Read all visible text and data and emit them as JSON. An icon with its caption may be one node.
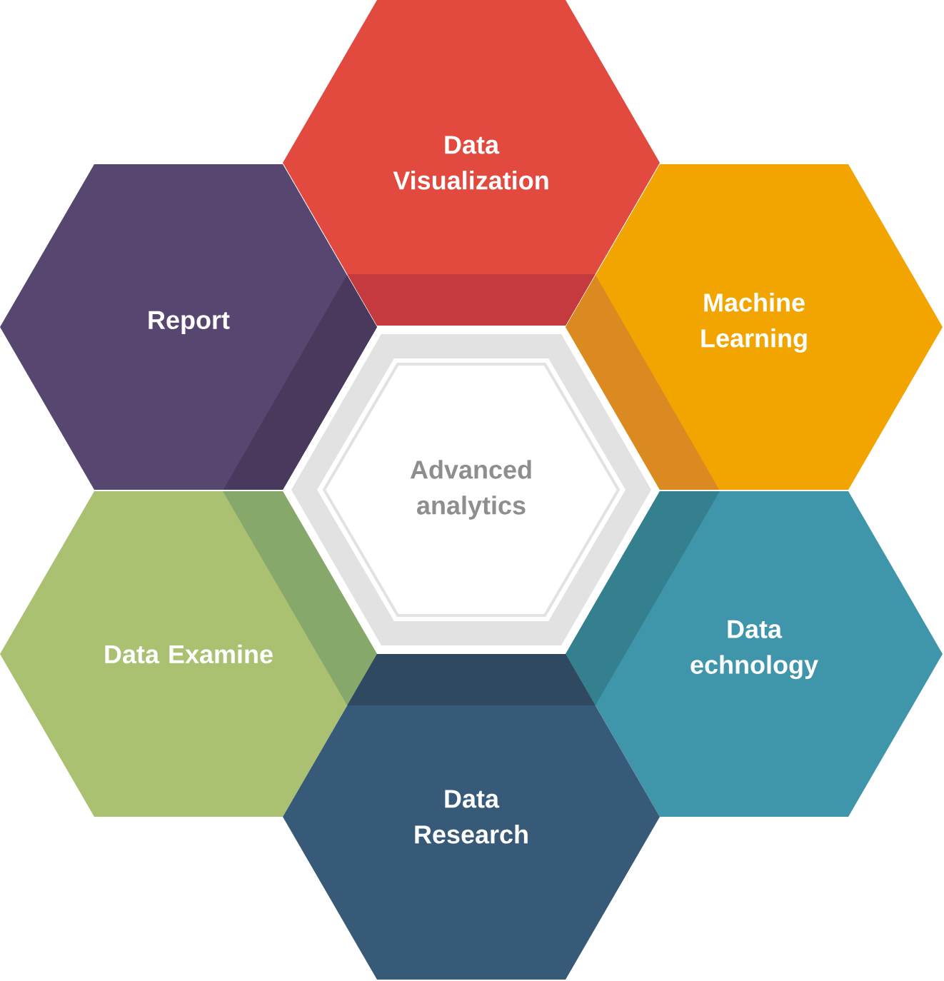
{
  "diagram": {
    "nodes": [
      {
        "text": [
          "Data Visualization"
        ]
      },
      {
        "text": [
          "Report"
        ]
      },
      {
        "text": [
          "Machine Learning"
        ]
      },
      {
        "text": [
          "Advanced analytics"
        ]
      },
      {
        "text": [
          "Data Examine"
        ]
      },
      {
        "text": [
          "Data echnology"
        ]
      },
      {
        "text": [
          "Data Research"
        ]
      }
    ]
  }
}
